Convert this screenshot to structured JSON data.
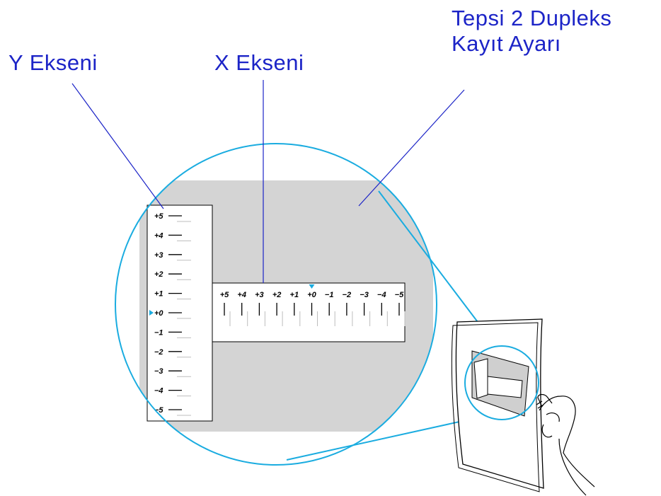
{
  "callouts": {
    "y_axis": "Y Ekseni",
    "x_axis": "X Ekseni",
    "tray_line1": "Tepsi 2 Dupleks",
    "tray_line2": "Kayıt Ayarı"
  },
  "y_scale": [
    "+5",
    "+4",
    "+3",
    "+2",
    "+1",
    "+0",
    "−1",
    "−2",
    "−3",
    "−4",
    "−5"
  ],
  "x_scale": [
    "+5",
    "+4",
    "+3",
    "+2",
    "+1",
    "+0",
    "−1",
    "−2",
    "−3",
    "−4",
    "−5"
  ],
  "selected_marker": "+0",
  "colors": {
    "callout_text": "#1c24c7",
    "leader_line": "#1c24c7",
    "zoom_circle": "#1aace0",
    "marker": "#1aace0",
    "sheet_gray": "#d4d4d4"
  }
}
